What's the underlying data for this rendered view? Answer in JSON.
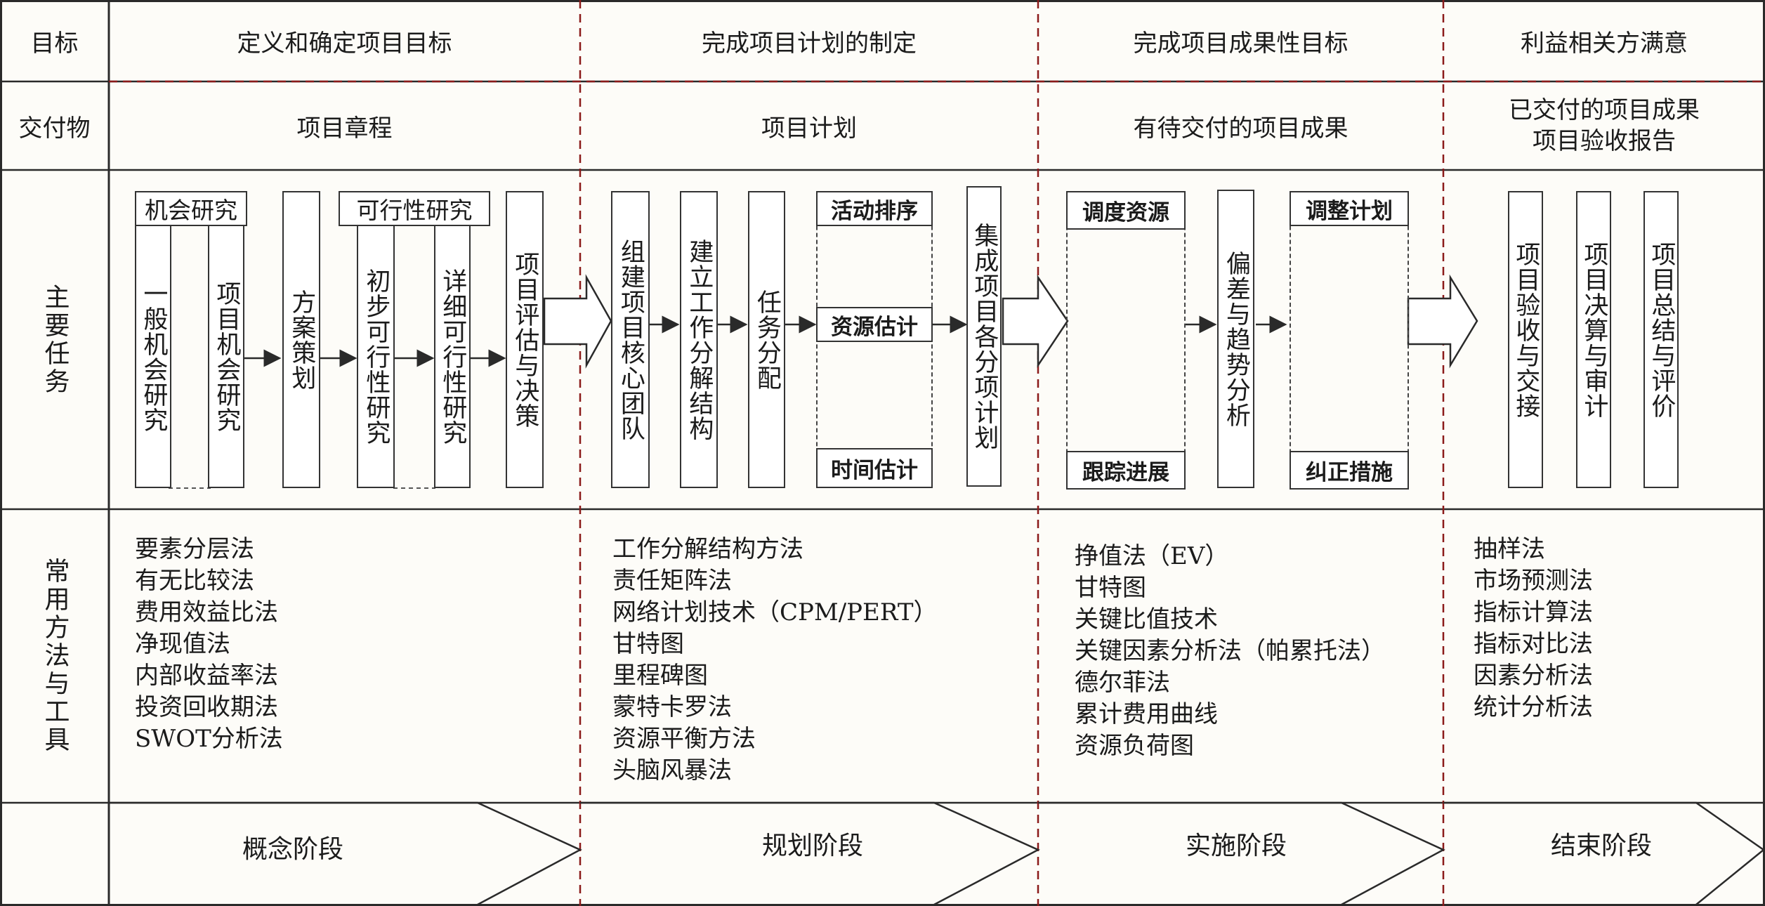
{
  "rows": {
    "goal": "目标",
    "deliverable": "交付物",
    "tasks": "主要任务",
    "methods": "常用方法与工具"
  },
  "goals": [
    "定义和确定项目目标",
    "完成项目计划的制定",
    "完成项目成果性目标",
    "利益相关方满意"
  ],
  "deliverables": [
    "项目章程",
    "项目计划",
    "有待交付的项目成果",
    "已交付的项目成果",
    "项目验收报告"
  ],
  "tasks": {
    "concept": {
      "group1": "机会研究",
      "t1": "一般机会研究",
      "t2": "项目机会研究",
      "t3": "方案策划",
      "group2": "可行性研究",
      "t4": "初步可行性研究",
      "t5": "详细可行性研究",
      "t6": "项目评估与决策"
    },
    "planning": {
      "t1": "组建项目核心团队",
      "t2": "建立工作分解结构",
      "t3": "任务分配",
      "top": "活动排序",
      "mid": "资源估计",
      "bottom": "时间估计",
      "t4": "集成项目各分项计划"
    },
    "execution": {
      "top1": "调度资源",
      "bottom1": "跟踪进展",
      "t1": "偏差与趋势分析",
      "top2": "调整计划",
      "bottom2": "纠正措施"
    },
    "closing": {
      "t1": "项目验收与交接",
      "t2": "项目决算与审计",
      "t3": "项目总结与评价"
    }
  },
  "methods": {
    "concept": [
      "要素分层法",
      "有无比较法",
      "费用效益比法",
      "净现值法",
      "内部收益率法",
      "投资回收期法",
      "SWOT分析法"
    ],
    "planning": [
      "工作分解结构方法",
      "责任矩阵法",
      "网络计划技术（CPM/PERT）",
      "甘特图",
      "里程碑图",
      "蒙特卡罗法",
      "资源平衡方法",
      "头脑风暴法"
    ],
    "execution": [
      "挣值法（EV）",
      "甘特图",
      "关键比值技术",
      "关键因素分析法（帕累托法）",
      "德尔菲法",
      "累计费用曲线",
      "资源负荷图"
    ],
    "closing": [
      "抽样法",
      "市场预测法",
      "指标计算法",
      "指标对比法",
      "因素分析法",
      "统计分析法"
    ]
  },
  "phases": [
    "概念阶段",
    "规划阶段",
    "实施阶段",
    "结束阶段"
  ],
  "colors": {
    "divider": "#8b1a1a",
    "line": "#2a2a2a"
  }
}
